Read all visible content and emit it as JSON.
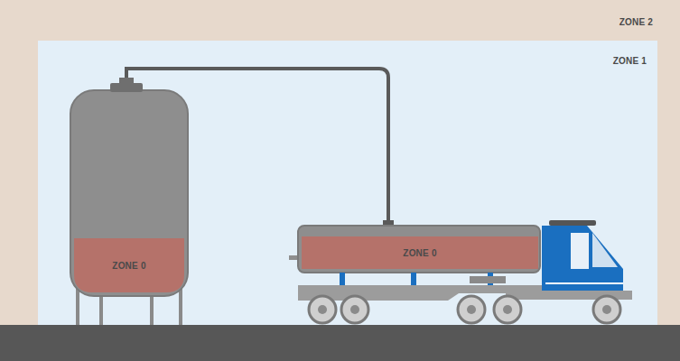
{
  "diagram": {
    "nodes": [
      {
        "text": [
          "ZONE 2"
        ]
      },
      {
        "text": [
          "ZONE 1"
        ],
        "in": 0
      },
      {
        "text": [
          "ZONE 0"
        ],
        "in": 1
      },
      {
        "text": [
          "ZONE 0"
        ],
        "in": 1
      }
    ]
  }
}
